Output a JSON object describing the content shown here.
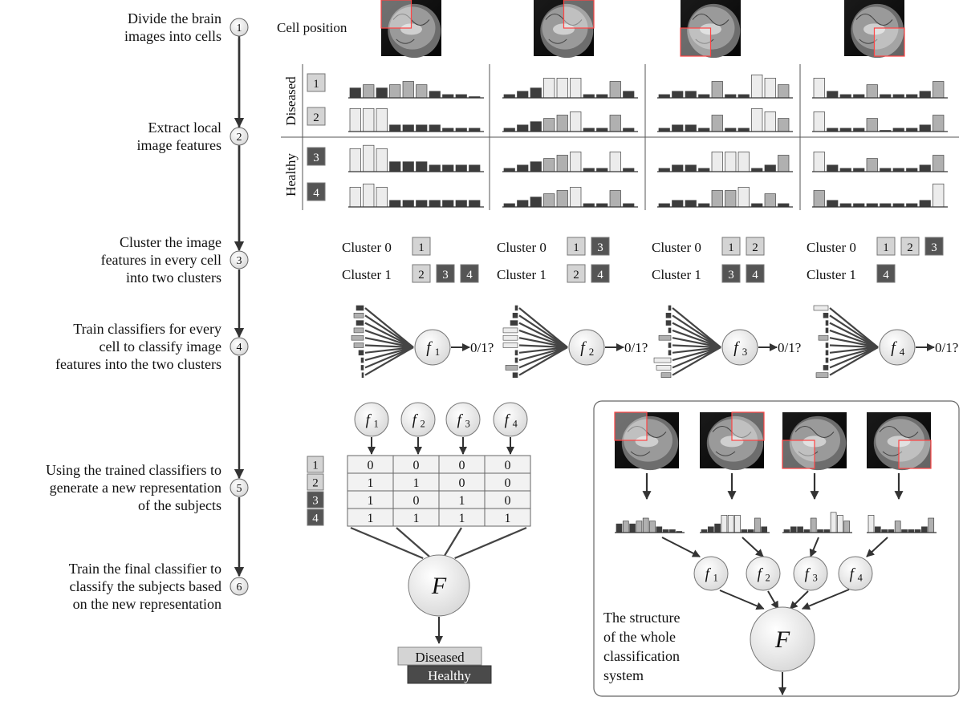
{
  "colors": {
    "bar_light": "#ececec",
    "bar_mid": "#b0b0b0",
    "bar_dark": "#3c3c3c",
    "box_light": "#d4d4d4",
    "box_dark": "#555555",
    "highlight": "#ff4444",
    "arrow": "#333333",
    "cell_fill": "#f2f2f2"
  },
  "steps": [
    {
      "num": "1",
      "lines": [
        "Divide the brain",
        "images into cells"
      ]
    },
    {
      "num": "2",
      "lines": [
        "Extract local",
        "image features"
      ]
    },
    {
      "num": "3",
      "lines": [
        "Cluster the image",
        "features in every cell",
        "into two clusters"
      ]
    },
    {
      "num": "4",
      "lines": [
        "Train classifiers for every",
        "cell to classify image",
        "features into the two clusters"
      ]
    },
    {
      "num": "5",
      "lines": [
        "Using the trained classifiers to",
        "generate a new representation",
        "of the subjects"
      ]
    },
    {
      "num": "6",
      "lines": [
        "Train the final classifier to",
        "classify the subjects based",
        "on the new representation"
      ]
    }
  ],
  "cell_position_label": "Cell position",
  "group_labels": {
    "diseased": "Diseased",
    "healthy": "Healthy"
  },
  "subjects": [
    "1",
    "2",
    "3",
    "4"
  ],
  "histograms": [
    [
      [
        3,
        4,
        3,
        4,
        5,
        4,
        2,
        1,
        1,
        0
      ],
      [
        7,
        7,
        7,
        2,
        2,
        2,
        2,
        1,
        1,
        1
      ],
      [
        7,
        8,
        7,
        3,
        3,
        3,
        2,
        2,
        2,
        2
      ],
      [
        6,
        7,
        6,
        2,
        2,
        2,
        2,
        2,
        2,
        2
      ]
    ],
    [
      [
        1,
        2,
        3,
        6,
        6,
        6,
        1,
        1,
        5,
        2
      ],
      [
        1,
        2,
        3,
        4,
        5,
        6,
        1,
        1,
        5,
        1
      ],
      [
        1,
        2,
        3,
        4,
        5,
        6,
        1,
        1,
        6,
        1
      ],
      [
        1,
        2,
        3,
        4,
        5,
        6,
        1,
        1,
        5,
        1
      ]
    ],
    [
      [
        1,
        2,
        2,
        1,
        5,
        1,
        1,
        7,
        6,
        4
      ],
      [
        1,
        2,
        2,
        1,
        5,
        1,
        1,
        7,
        6,
        4
      ],
      [
        1,
        2,
        2,
        1,
        6,
        6,
        6,
        1,
        2,
        5
      ],
      [
        1,
        2,
        2,
        1,
        5,
        5,
        6,
        1,
        4,
        1
      ]
    ],
    [
      [
        6,
        2,
        1,
        1,
        4,
        1,
        1,
        1,
        2,
        5
      ],
      [
        6,
        1,
        1,
        1,
        4,
        0,
        1,
        1,
        2,
        5
      ],
      [
        6,
        2,
        1,
        1,
        4,
        1,
        1,
        1,
        2,
        5
      ],
      [
        5,
        2,
        1,
        1,
        1,
        1,
        1,
        1,
        2,
        7
      ]
    ]
  ],
  "cluster_label_0": "Cluster 0",
  "cluster_label_1": "Cluster 1",
  "clusters": [
    {
      "c0": [
        "1"
      ],
      "c1": [
        "2",
        "3",
        "4"
      ]
    },
    {
      "c0": [
        "1",
        "3"
      ],
      "c1": [
        "2",
        "4"
      ]
    },
    {
      "c0": [
        "1",
        "2"
      ],
      "c1": [
        "3",
        "4"
      ]
    },
    {
      "c0": [
        "1",
        "2",
        "3"
      ],
      "c1": [
        "4"
      ]
    }
  ],
  "classifier_output": "0/1?",
  "classifiers": [
    {
      "f": "f",
      "sub": "1"
    },
    {
      "f": "f",
      "sub": "2"
    },
    {
      "f": "f",
      "sub": "3"
    },
    {
      "f": "f",
      "sub": "4"
    }
  ],
  "representation_table": [
    [
      "0",
      "0",
      "0",
      "0"
    ],
    [
      "1",
      "1",
      "0",
      "0"
    ],
    [
      "1",
      "0",
      "1",
      "0"
    ],
    [
      "1",
      "1",
      "1",
      "1"
    ]
  ],
  "final_classifier": "F",
  "final_outputs": [
    "Diseased",
    "Healthy"
  ],
  "structure_caption": [
    "The structure",
    "of the whole",
    "classification",
    "system"
  ]
}
